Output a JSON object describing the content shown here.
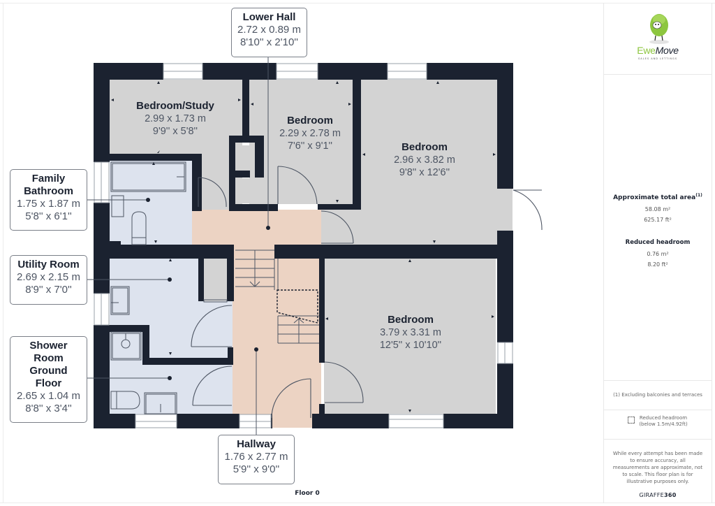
{
  "floor_label": "Floor 0",
  "colors": {
    "wall": "#1b2230",
    "bedroom_fill": "#d3d3d3",
    "wet_room_fill": "#dde3ee",
    "hall_fill": "#ecd3c3",
    "label_border": "#7a7f88",
    "brand_green": "#8dc63f"
  },
  "rooms": [
    {
      "name": "Bedroom/Study",
      "metric": "2.99 x 1.73 m",
      "imperial": "9'9'' x 5'8''"
    },
    {
      "name": "Bedroom",
      "metric": "2.29 x 2.78 m",
      "imperial": "7'6'' x 9'1''"
    },
    {
      "name": "Bedroom",
      "metric": "2.96 x 3.82 m",
      "imperial": "9'8'' x 12'6''"
    },
    {
      "name": "Bedroom",
      "metric": "3.79 x 3.31 m",
      "imperial": "12'5'' x 10'10''"
    }
  ],
  "callouts": [
    {
      "name": "Lower Hall",
      "metric": "2.72 x 0.89 m",
      "imperial": "8'10'' x 2'10''"
    },
    {
      "name_line1": "Family",
      "name_line2": "Bathroom",
      "metric": "1.75 x 1.87 m",
      "imperial": "5'8'' x 6'1''"
    },
    {
      "name": "Utility Room",
      "metric": "2.69 x 2.15 m",
      "imperial": "8'9'' x 7'0''"
    },
    {
      "name_line1": "Shower",
      "name_line2": "Room",
      "name_line3": "Ground",
      "name_line4": "Floor",
      "metric": "2.65 x 1.04 m",
      "imperial": "8'8'' x 3'4''"
    },
    {
      "name": "Hallway",
      "metric": "1.76 x 2.77 m",
      "imperial": "5'9'' x 9'0''"
    }
  ],
  "sidebar": {
    "logo": {
      "word_a": "Ewe",
      "word_b": "Move",
      "tagline": "SALES AND LETTINGS",
      "icon": "sheep-mascot-icon"
    },
    "total_area": {
      "title": "Approximate total area",
      "footnote_mark": "(1)",
      "metric": "58.08 m²",
      "imperial": "625.17 ft²"
    },
    "reduced_headroom": {
      "title": "Reduced headroom",
      "metric": "0.76 m²",
      "imperial": "8.20 ft²"
    },
    "footnote": "(1) Excluding balconies and terraces",
    "legend": {
      "icon": "dashed-square-icon",
      "line1": "Reduced headroom",
      "line2": "(below 1.5m/4.92ft)"
    },
    "disclaimer": "While every attempt has been made to ensure accuracy, all measurements are approximate, not to scale. This floor plan is for illustrative purposes only.",
    "brand_a": "GIRAFFE",
    "brand_b": "360"
  }
}
